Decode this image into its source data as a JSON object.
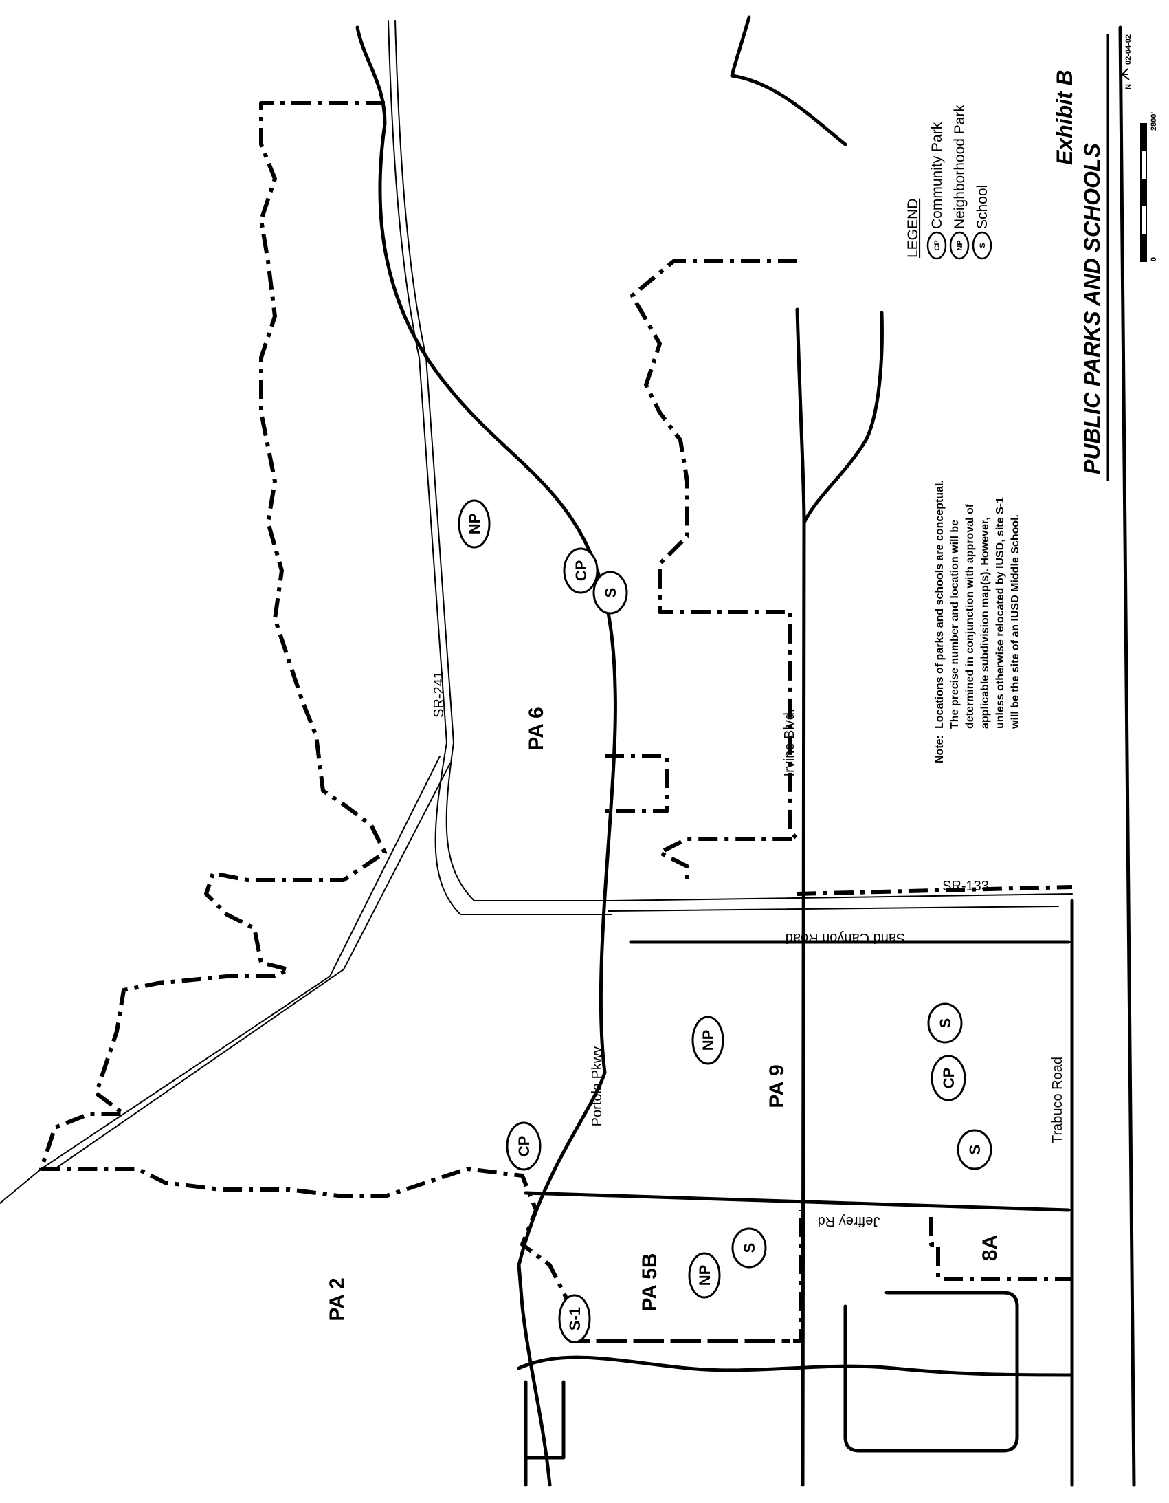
{
  "title": {
    "exhibit": "Exhibit B",
    "main": "PUBLIC PARKS AND SCHOOLS"
  },
  "date": "02-04-02",
  "north_label": "N",
  "scale": {
    "start": "0",
    "end": "2800'"
  },
  "legend": {
    "heading": "LEGEND",
    "items": [
      {
        "code": "CP",
        "label": "Community Park"
      },
      {
        "code": "NP",
        "label": "Neighborhood Park"
      },
      {
        "code": "S",
        "label": "School"
      }
    ]
  },
  "note": {
    "prefix": "Note:",
    "lines": [
      "Locations of parks and schools are conceptual.",
      "The precise number and location will be",
      "determined in conjunction with approval of",
      "applicable subdivision map(s). However,",
      "unless otherwise relocated by IUSD, site S-1",
      "will be the site of an IUSD Middle School."
    ]
  },
  "planning_areas": {
    "pa2": "PA 2",
    "pa5b": "PA 5B",
    "pa6": "PA 6",
    "pa9": "PA 9",
    "pa8a": "8A"
  },
  "roads": {
    "sr241": "SR-241",
    "sr133": "SR-133",
    "irvine": "Irvine Blvd.",
    "portola": "Portola Pkwy",
    "sand_canyon": "Sand Canyon Road",
    "jeffrey": "Jeffrey Rd",
    "trabuco": "Trabuco Road"
  },
  "sites": {
    "np_pa6": "NP",
    "cp_pa6": "CP",
    "s_pa6": "S",
    "np_pa9": "NP",
    "cp_pa9": "CP",
    "s_pa9_a": "S",
    "s_pa9_b": "S",
    "cp_pa2": "CP",
    "np_pa5b": "NP",
    "s_pa5b": "S",
    "s1": "S-1"
  }
}
